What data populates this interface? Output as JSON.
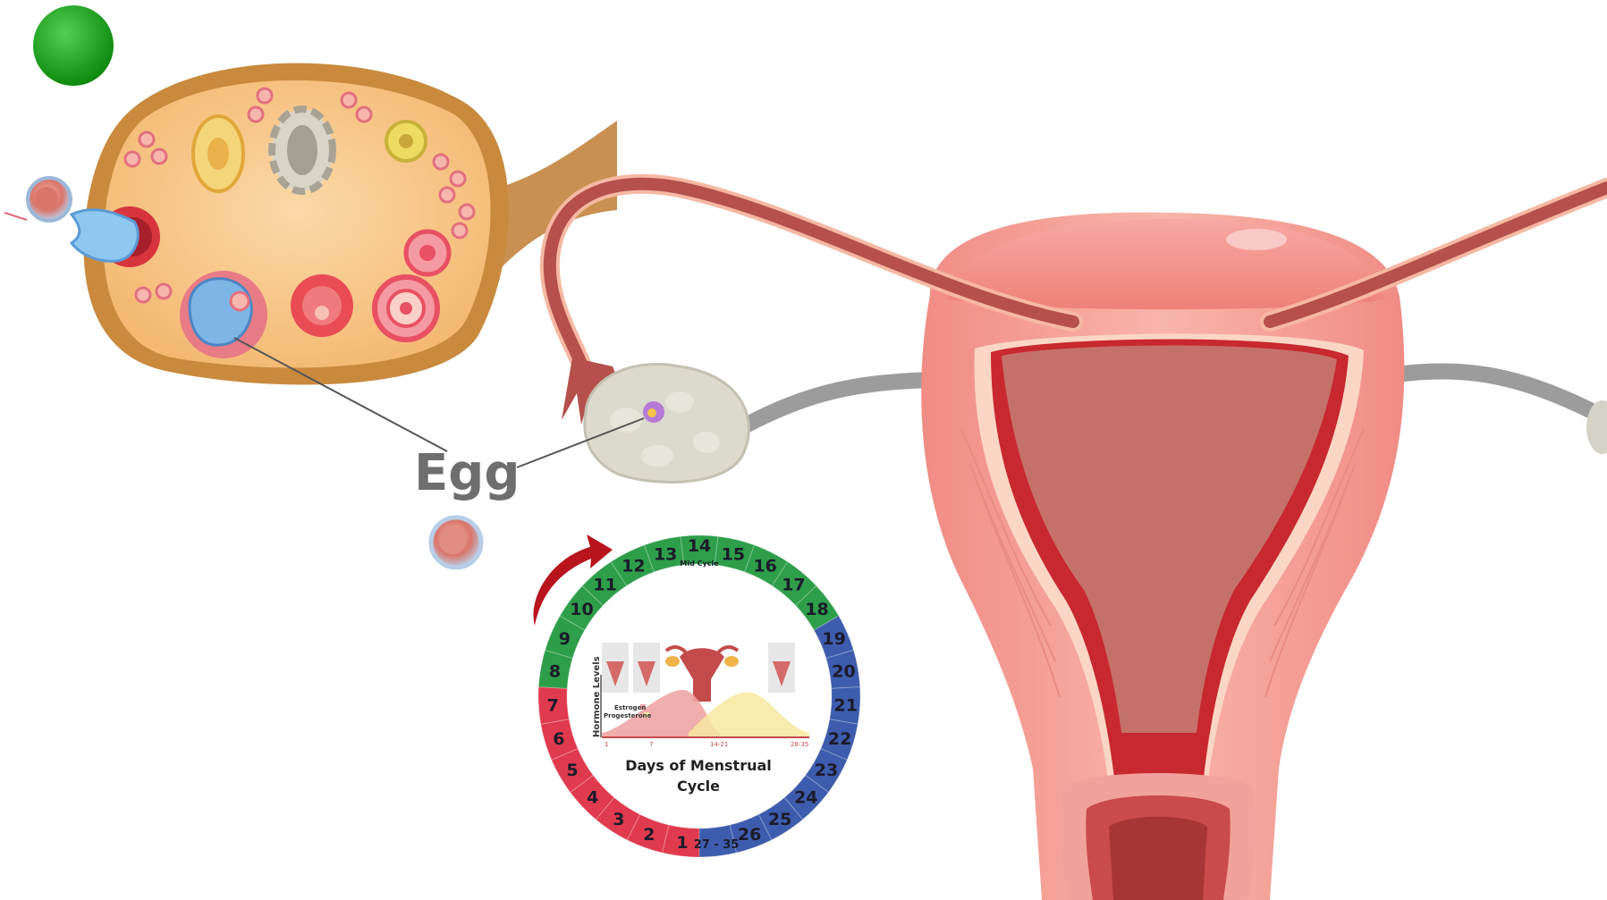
{
  "labels": {
    "egg": "Egg",
    "hormone_axis": "Hormone Levels",
    "estrogen": "Estrogen",
    "progesterone": "Progesterone",
    "cycle_title_line1": "Days of Menstrual",
    "cycle_title_line2": "Cycle",
    "mid_cycle": "Mid Cycle"
  },
  "cycle": {
    "days": [
      "1",
      "2",
      "3",
      "4",
      "5",
      "6",
      "7",
      "8",
      "9",
      "10",
      "11",
      "12",
      "13",
      "14",
      "15",
      "16",
      "17",
      "18",
      "19",
      "20",
      "21",
      "22",
      "23",
      "24",
      "25",
      "26",
      "27 - 35"
    ],
    "phase_colors": {
      "menstrual": "#e03a4e",
      "follicular": "#2e9e4a",
      "ovulation": "#2e9e4a",
      "luteal": "#3e5cad"
    },
    "phases": [
      "menstrual",
      "menstrual",
      "menstrual",
      "menstrual",
      "menstrual",
      "menstrual",
      "menstrual",
      "follicular",
      "follicular",
      "follicular",
      "follicular",
      "follicular",
      "follicular",
      "ovulation",
      "follicular",
      "follicular",
      "follicular",
      "follicular",
      "luteal",
      "luteal",
      "luteal",
      "luteal",
      "luteal",
      "luteal",
      "luteal",
      "luteal",
      "luteal"
    ],
    "axis_ticks": [
      "1",
      "7",
      "14-21",
      "28-35"
    ]
  },
  "colors": {
    "indicator": "#1aa51a",
    "ovary_fill": "#f6c27e",
    "ovary_rim": "#c98a3e",
    "uterus_outer": "#f3a59a",
    "uterus_inner": "#c2655f",
    "tube": "#b5504c",
    "label_gray": "#6e6e6e"
  }
}
